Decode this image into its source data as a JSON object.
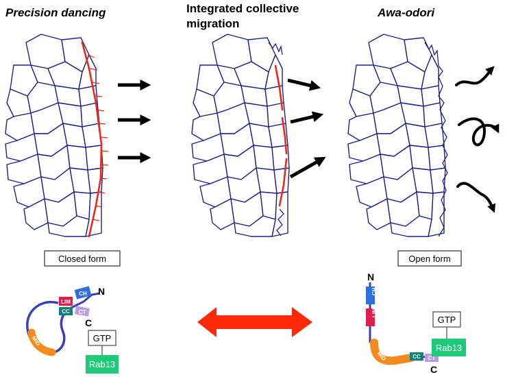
{
  "panels": [
    {
      "title": "Precision dancing",
      "italic": true
    },
    {
      "title_line1": "Integrated collective",
      "title_line2": "migration",
      "italic": false
    },
    {
      "title": "Awa-odori",
      "italic": true
    }
  ],
  "forms": {
    "closed": {
      "label": "Closed form",
      "domains": {
        "lim": "LIM",
        "ch": "CH",
        "cc": "CC",
        "ct": "CT",
        "mid": "MID"
      },
      "n_term": "N",
      "c_term": "C",
      "gtp": "GTP",
      "rab": "Rab13"
    },
    "open": {
      "label": "Open form",
      "domains": {
        "lim": "LIM",
        "ch": "CH",
        "cc": "CC",
        "ct": "CT",
        "mid": "MID"
      },
      "n_term": "N",
      "c_term": "C",
      "gtp": "GTP",
      "rab": "Rab13"
    }
  },
  "colors": {
    "cell_outline": "#1c1f8c",
    "actin": "#e8281b",
    "lim": "#e01e4e",
    "ch": "#2f6fe0",
    "cc": "#137f7a",
    "ct": "#b99be8",
    "mid": "#f28c1e",
    "linker": "#3b3fb5",
    "rab": "#1ec97a",
    "double_arrow": "#ff2a0a"
  },
  "icons": {
    "double_arrow": "double-headed-arrow-icon",
    "migration_arrow": "arrow-right-icon",
    "random_arrow": "wavy-arrow-icon"
  }
}
